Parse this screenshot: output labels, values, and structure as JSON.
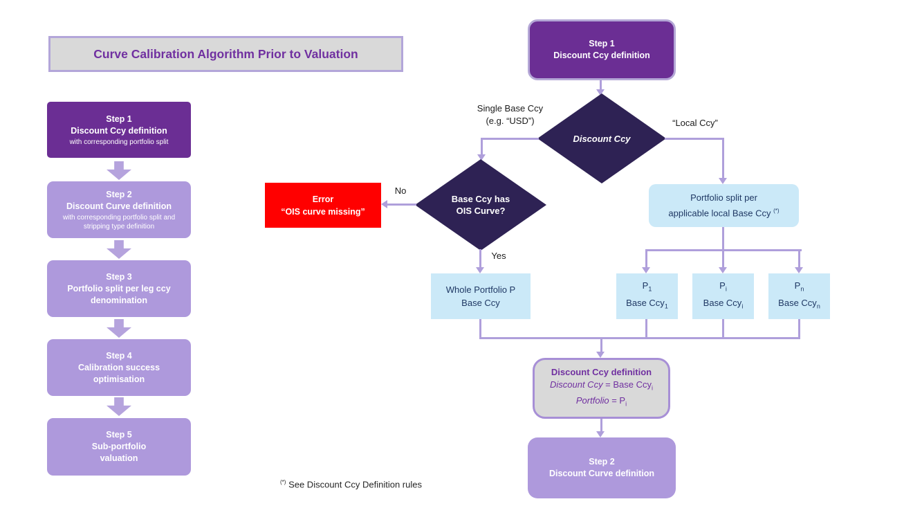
{
  "title": {
    "text": "Curve Calibration Algorithm Prior to Valuation"
  },
  "left_steps": [
    {
      "step": "Step 1",
      "name": "Discount Ccy definition",
      "name2": "",
      "detail": "with corresponding portfolio split"
    },
    {
      "step": "Step 2",
      "name": "Discount Curve definition",
      "name2": "",
      "detail": "with corresponding portfolio split and stripping type definition"
    },
    {
      "step": "Step 3",
      "name": "Portfolio split per leg ccy denomination",
      "name2": "",
      "detail": ""
    },
    {
      "step": "Step 4",
      "name": "Calibration success optimisation",
      "name2": "",
      "detail": ""
    },
    {
      "step": "Step 5",
      "name": "Sub-portfolio",
      "name2": "valuation",
      "detail": ""
    }
  ],
  "flow": {
    "step1": {
      "line1": "Step 1",
      "line2": "Discount Ccy definition"
    },
    "decision1": {
      "label": "Discount Ccy"
    },
    "branch_left_label": {
      "line1": "Single Base Ccy",
      "line2": "(e.g. “USD”)"
    },
    "branch_right_label": "“Local Ccy”",
    "decision2": {
      "line1": "Base Ccy has",
      "line2": "OIS Curve?"
    },
    "no_label": "No",
    "yes_label": "Yes",
    "error": {
      "line1": "Error",
      "line2": "“OIS curve missing”"
    },
    "whole_portfolio": {
      "line1": "Whole Portfolio P",
      "line2": "Base Ccy"
    },
    "portfolio_split": {
      "line1": "Portfolio split per",
      "line2_base": "applicable local Base Ccy ",
      "line2_sup": "(*)"
    },
    "p_boxes": [
      {
        "top_base": "P",
        "top_sub": "1",
        "bottom_base": "Base Ccy",
        "bottom_sub": "1"
      },
      {
        "top_base": "P",
        "top_sub": "i",
        "bottom_base": "Base Ccy",
        "bottom_sub": "i"
      },
      {
        "top_base": "P",
        "top_sub": "n",
        "bottom_base": "Base Ccy",
        "bottom_sub": "n"
      }
    ],
    "definition": {
      "line1": "Discount Ccy definition",
      "line2_italic": "Discount Ccy",
      "line2_rest": " = Base Ccy",
      "line2_sub": "i",
      "line3_italic": "Portfolio",
      "line3_rest": " = P",
      "line3_sub": "i"
    },
    "step2": {
      "line1": "Step 2",
      "line2": "Discount Curve definition"
    }
  },
  "footnote": {
    "sup": "(*)",
    "text": " See Discount Ccy Definition rules"
  },
  "colors": {
    "dark_purple": "#6B2E94",
    "light_purple": "#AE99DC",
    "block_arrow": "#B5A3DD",
    "connector": "#AF9FDB",
    "diamond": "#2E2254",
    "light_blue": "#CBE9F8",
    "navy_text": "#1F3864",
    "error_red": "#FF0000",
    "gray_fill": "#D9D9D9",
    "purple_text": "#7030A0"
  }
}
